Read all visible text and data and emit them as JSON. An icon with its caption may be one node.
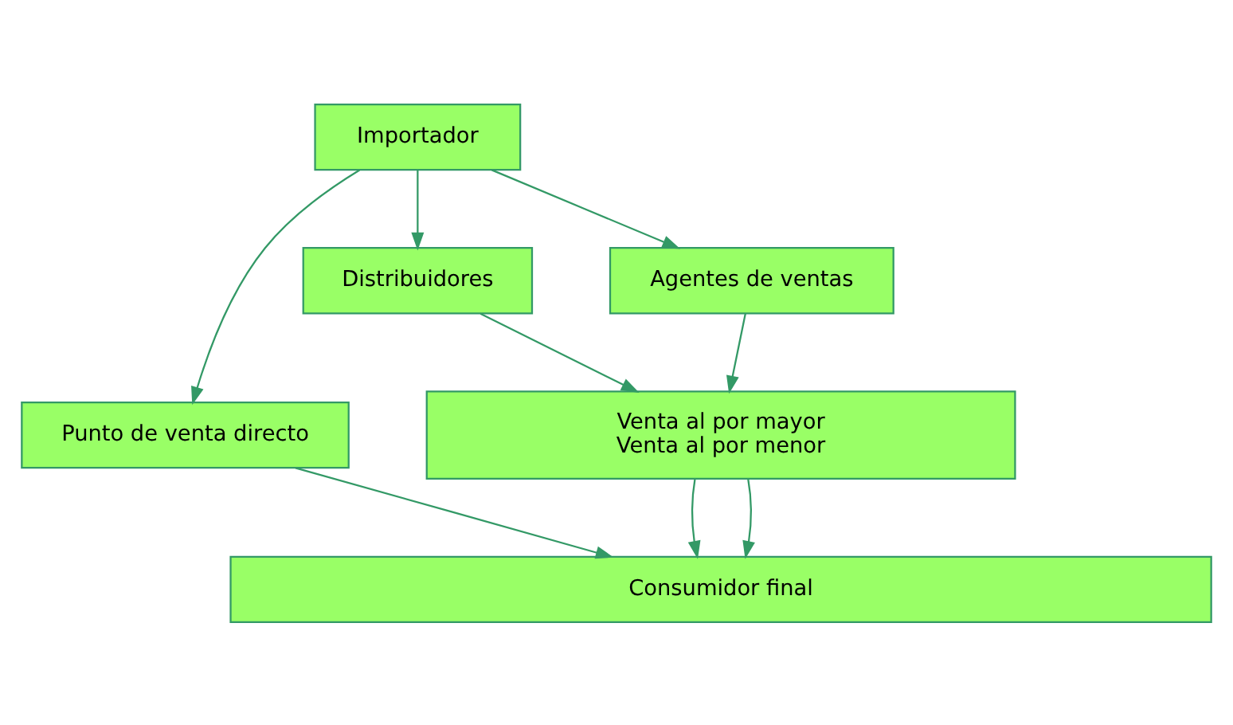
{
  "diagram": {
    "nodes": [
      {
        "text": [
          "Importador"
        ]
      },
      {
        "text": [
          "Punto de venta directo"
        ]
      },
      {
        "text": [
          "Distribuidores"
        ]
      },
      {
        "text": [
          "Agentes de ventas"
        ]
      },
      {
        "text": [
          "Venta al por mayor",
          "Venta al por menor"
        ]
      },
      {
        "text": [
          "Consumidor final"
        ]
      }
    ],
    "edges": [
      {
        "from": 0,
        "to": 1,
        "arrow": "to"
      },
      {
        "from": 0,
        "to": 2,
        "arrow": "to"
      },
      {
        "from": 0,
        "to": 3,
        "arrow": "to"
      },
      {
        "from": 1,
        "to": 5,
        "arrow": "to"
      },
      {
        "from": 2,
        "to": 4,
        "arrow": "to"
      },
      {
        "from": 3,
        "to": 4,
        "arrow": "to"
      },
      {
        "from": 4,
        "to": 5,
        "arrow": "to"
      },
      {
        "from": 4,
        "to": 5,
        "arrow": "to"
      }
    ]
  }
}
